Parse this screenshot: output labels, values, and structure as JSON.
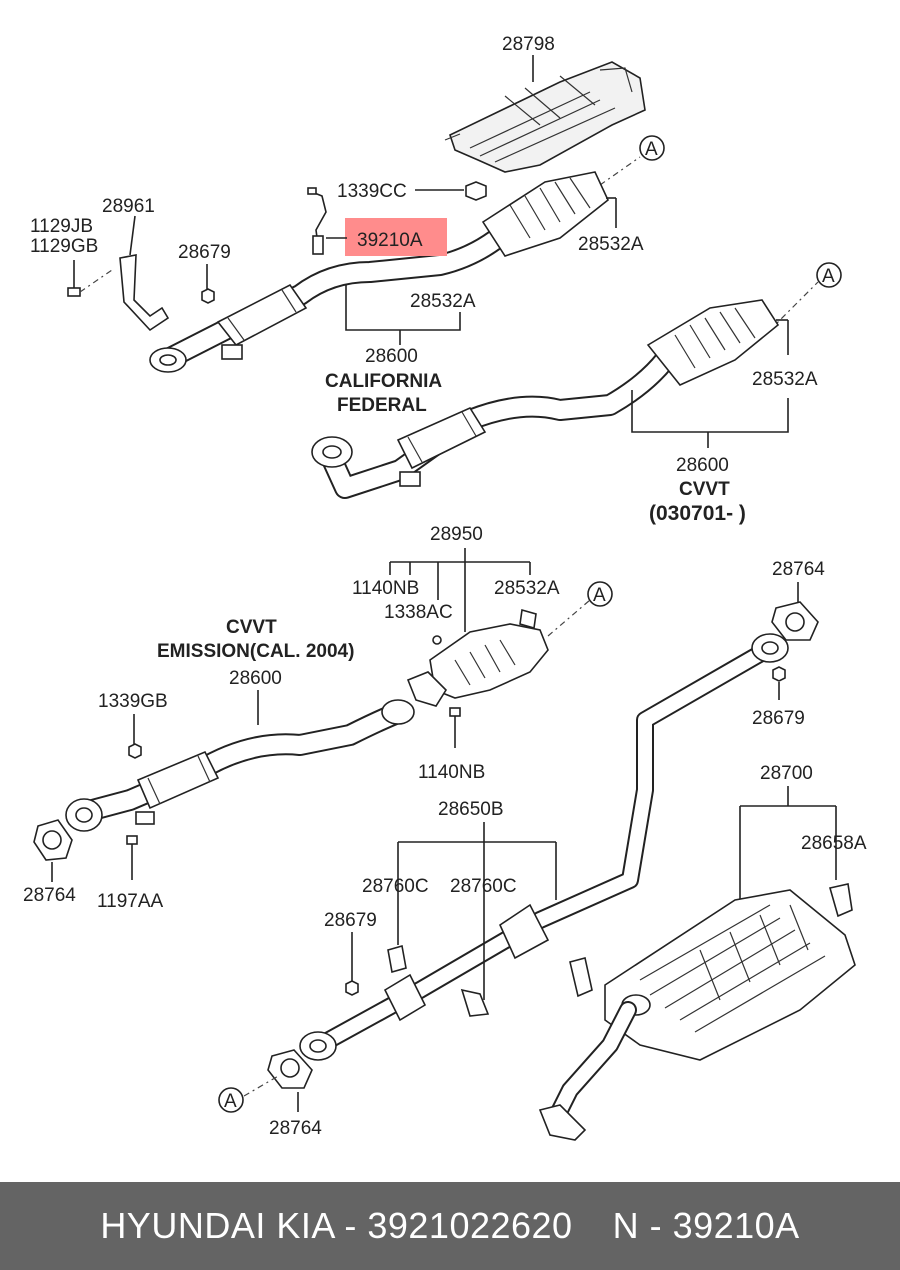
{
  "highlight": {
    "part": "39210A",
    "color": "#ff8c8c"
  },
  "section1": {
    "top_cover": "28798",
    "nut": "1339CC",
    "ref_a": "A",
    "sensor": "39210A",
    "gasket_right": "28532A",
    "bolt_a": "1129JB",
    "bolt_b": "1129GB",
    "bracket": "28961",
    "nut_small": "28679",
    "gasket_bottom": "28532A",
    "pipe": "28600",
    "variant_1": "CALIFORNIA",
    "variant_2": "FEDERAL"
  },
  "section2": {
    "ref_a": "A",
    "gasket": "28532A",
    "pipe": "28600",
    "variant": "CVVT",
    "date": "(030701- )"
  },
  "section3": {
    "assembly": "28950",
    "bolt": "1140NB",
    "bolt2": "1338AC",
    "gasket": "28532A",
    "ref_a": "A",
    "variant_1": "CVVT",
    "variant_2": "EMISSION(CAL. 2004)",
    "pipe": "28600",
    "nut": "1339GB",
    "bolt_bottom": "1140NB",
    "gasket_left": "28764",
    "bolt_left": "1197AA"
  },
  "section4": {
    "gasket_top": "28764",
    "nut_top": "28679",
    "center_pipe": "28650B",
    "hanger_1": "28760C",
    "hanger_2": "28760C",
    "nut": "28679",
    "gasket_bottom": "28764",
    "ref_a": "A",
    "muffler": "28700",
    "muffler_hanger": "28658A"
  },
  "footer": {
    "brand": "HYUNDAI  KIA - 3921022620",
    "ref": "N - 39210A"
  }
}
